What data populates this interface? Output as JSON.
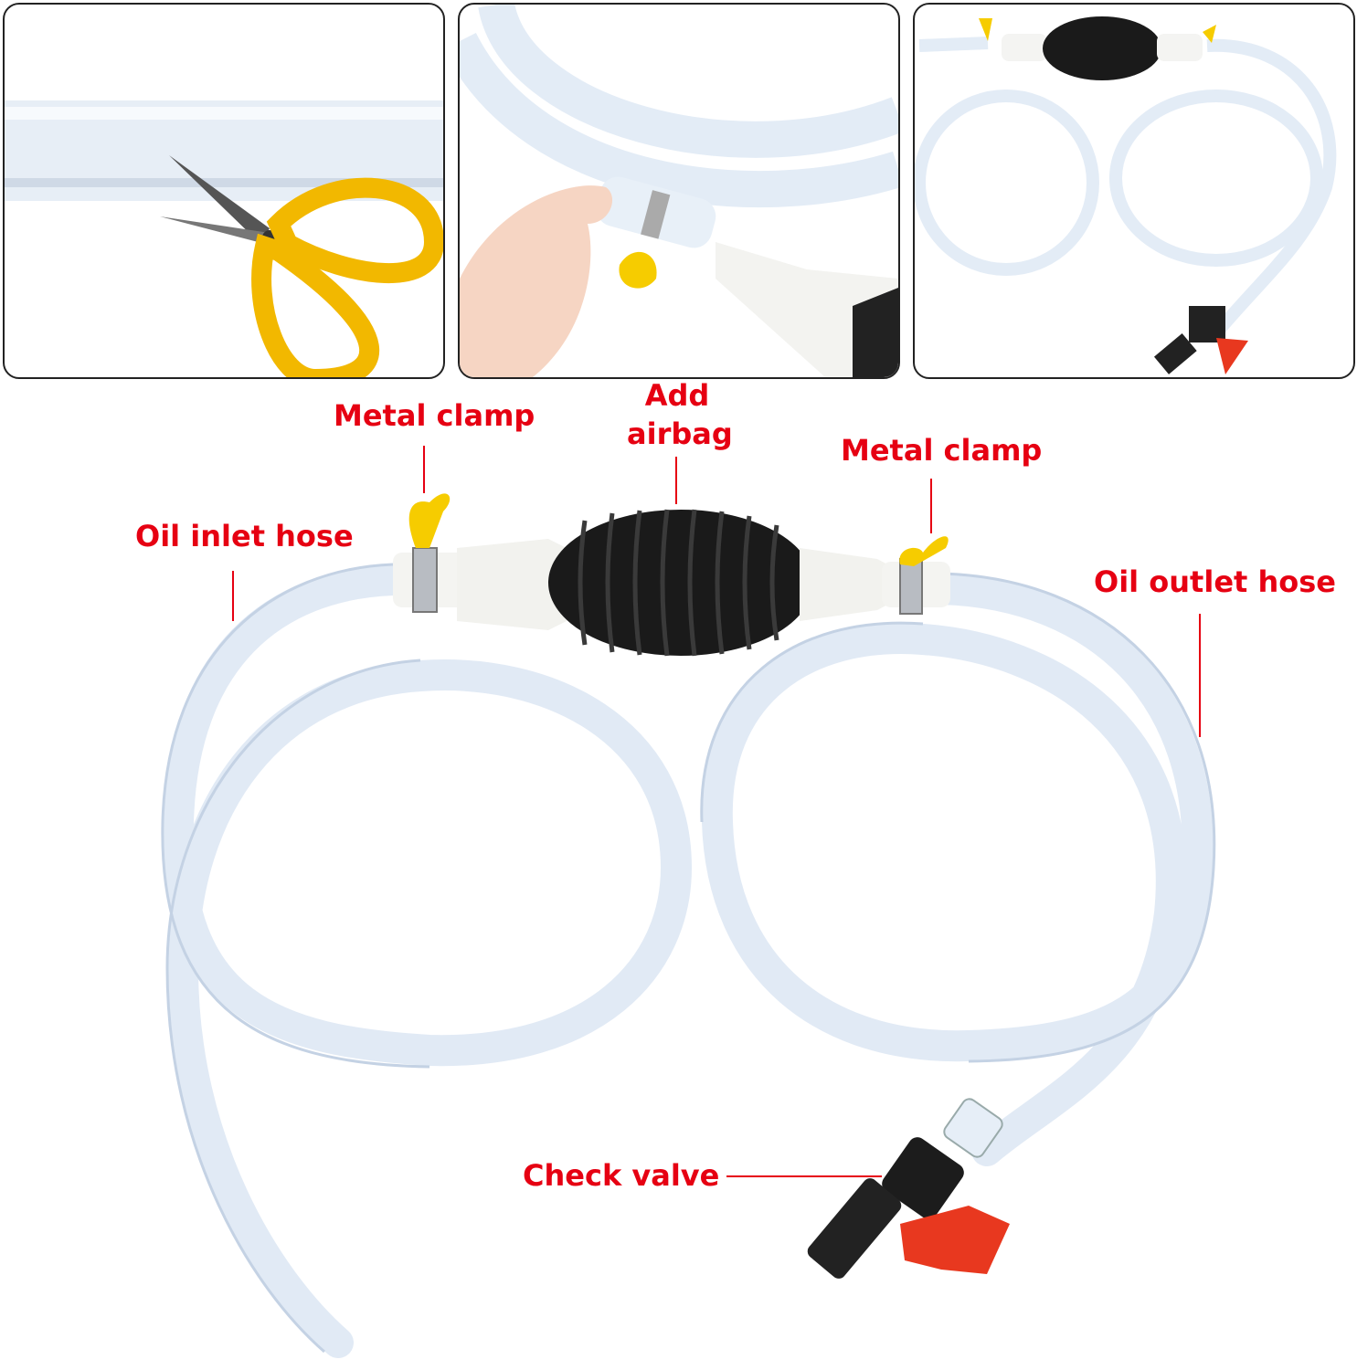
{
  "labels": {
    "metal_clamp_left": "Metal clamp",
    "add_airbag_line1": "Add",
    "add_airbag_line2": "airbag",
    "metal_clamp_right": "Metal clamp",
    "oil_inlet_hose": "Oil inlet hose",
    "oil_outlet_hose": "Oil outlet hose",
    "check_valve": "Check valve"
  },
  "colors": {
    "label": "#e60012",
    "hose": "#dfe9f5",
    "bulb": "#1a1a1a",
    "clamp_key": "#f2c200",
    "valve_handle": "#e8381f"
  }
}
